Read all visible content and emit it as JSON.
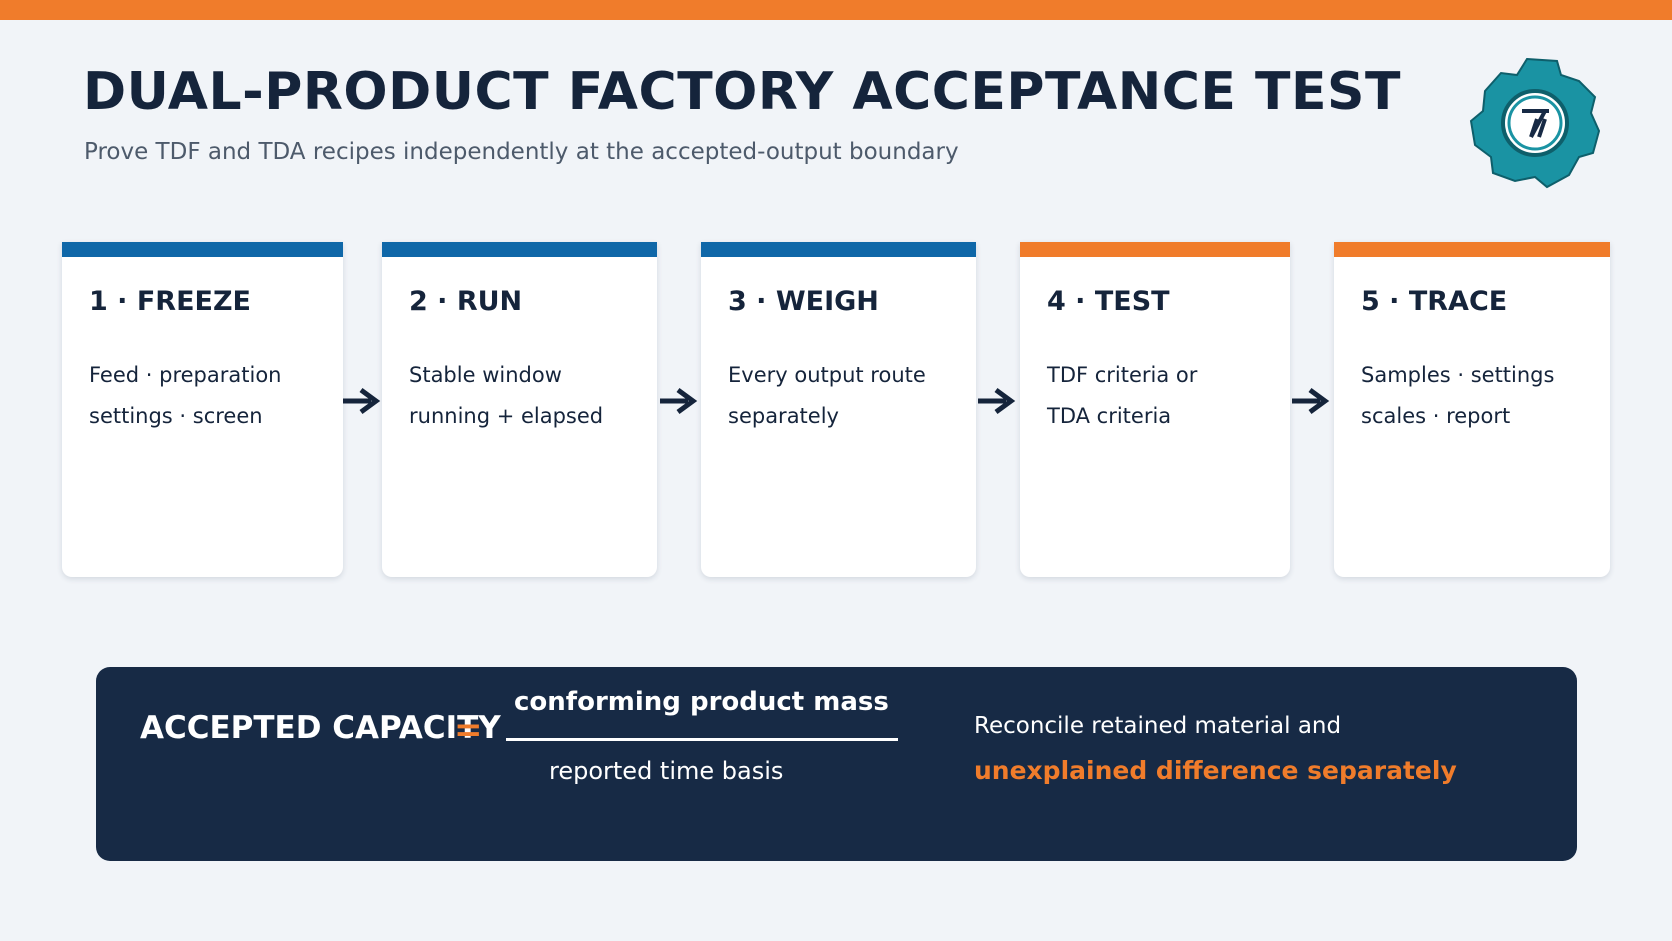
{
  "colors": {
    "background": "#f1f4f8",
    "orange_accent": "#f07c2b",
    "blue_accent": "#0f67a8",
    "navy": "#172a45",
    "teal_logo": "#1a93a3"
  },
  "header": {
    "title": "DUAL-PRODUCT FACTORY ACCEPTANCE TEST",
    "subtitle": "Prove TDF and TDA recipes independently at the accepted-output boundary",
    "logo_icon": "gear-logo-icon"
  },
  "steps": [
    {
      "title": "1 · FREEZE",
      "line1": "Feed · preparation",
      "line2": "settings · screen",
      "accent": "#0f67a8"
    },
    {
      "title": "2 · RUN",
      "line1": "Stable window",
      "line2": "running + elapsed",
      "accent": "#0f67a8"
    },
    {
      "title": "3 · WEIGH",
      "line1": "Every output route",
      "line2": "separately",
      "accent": "#0f67a8"
    },
    {
      "title": "4 · TEST",
      "line1": "TDF criteria or",
      "line2": "TDA criteria",
      "accent": "#f07c2b"
    },
    {
      "title": "5 · TRACE",
      "line1": "Samples · settings",
      "line2": "scales · report",
      "accent": "#f07c2b"
    }
  ],
  "formula": {
    "label": "ACCEPTED CAPACITY",
    "equals": "=",
    "numerator": "conforming product mass",
    "denominator": "reported time basis",
    "note_line1": "Reconcile retained material and",
    "note_line2": "unexplained difference separately"
  }
}
